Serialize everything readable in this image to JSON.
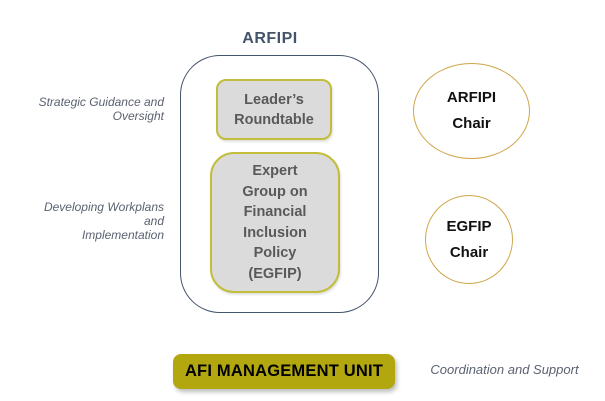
{
  "colors": {
    "container_border": "#44546A",
    "title_text": "#44546A",
    "box_fill": "#DBDBDB",
    "box_border": "#C2BD3A",
    "box_text": "#595959",
    "chair_border": "#CFA64A",
    "chair_text": "#111111",
    "bar_fill": "#B2A70F",
    "bar_text": "#000000",
    "side_label_text": "#5A6270"
  },
  "diagram": {
    "title": "ARFIPI",
    "leaders_box": {
      "lines": [
        "Leader’s",
        "Roundtable"
      ]
    },
    "expert_box": {
      "lines": [
        "Expert",
        "Group on",
        "Financial",
        "Inclusion",
        "Policy",
        "(EGFIP)"
      ]
    },
    "side_labels": [
      {
        "lines": [
          "Strategic Guidance and",
          "Oversight"
        ]
      },
      {
        "lines": [
          "Developing Workplans and",
          "Implementation"
        ]
      }
    ],
    "chairs": [
      {
        "lines": [
          "ARFIPI",
          "Chair"
        ]
      },
      {
        "lines": [
          "EGFIP",
          "Chair"
        ]
      }
    ],
    "management_bar": {
      "label": "AFI MANAGEMENT UNIT"
    },
    "coordination_label": "Coordination and Support"
  }
}
